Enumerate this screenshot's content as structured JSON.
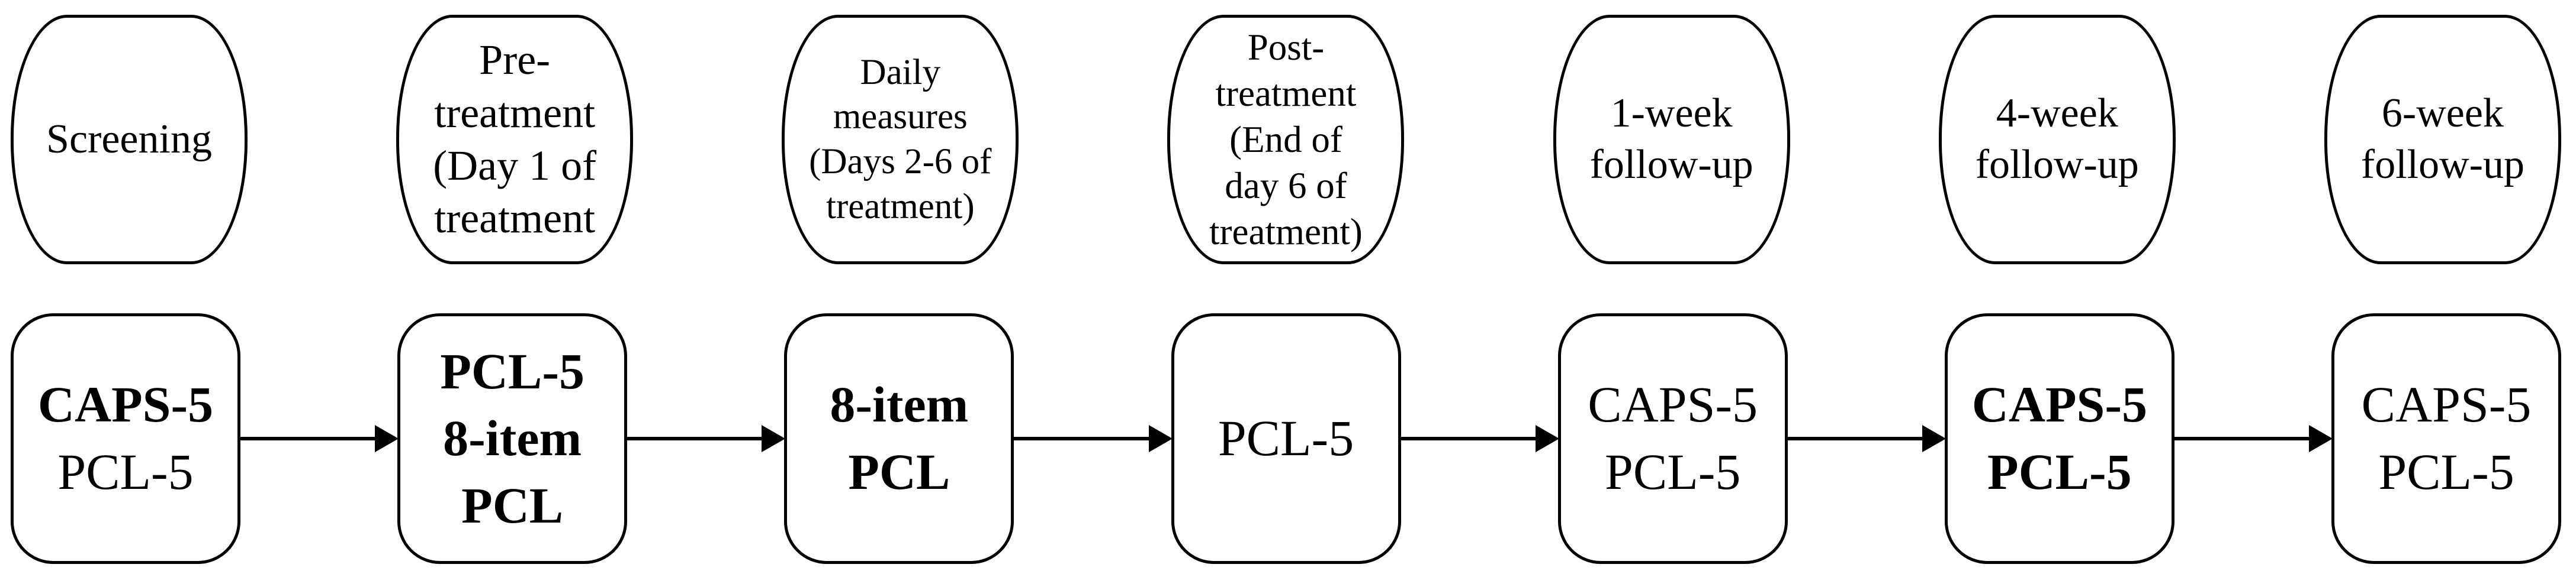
{
  "diagram": {
    "title": "Study assessment timeline flowchart",
    "colors": {
      "ink": "#000000",
      "background": "#ffffff"
    },
    "icons": {
      "connector": "arrow-right"
    },
    "columns": [
      {
        "stage_label": {
          "lines": [
            "Screening"
          ]
        },
        "measures": {
          "lines": [
            {
              "text": "CAPS-5",
              "bold": true
            },
            {
              "text": "PCL-5",
              "bold": false
            }
          ]
        }
      },
      {
        "stage_label": {
          "lines": [
            "Pre-",
            "treatment",
            "(Day 1 of",
            "treatment"
          ]
        },
        "measures": {
          "lines": [
            {
              "text": "PCL-5",
              "bold": true
            },
            {
              "text": "8-item",
              "bold": true
            },
            {
              "text": "PCL",
              "bold": true
            }
          ]
        }
      },
      {
        "stage_label": {
          "lines": [
            "Daily",
            "measures",
            "(Days 2-6 of",
            "treatment)"
          ]
        },
        "measures": {
          "lines": [
            {
              "text": "8-item",
              "bold": true
            },
            {
              "text": "PCL",
              "bold": true
            }
          ]
        }
      },
      {
        "stage_label": {
          "lines": [
            "Post-",
            "treatment",
            "(End of",
            "day 6 of",
            "treatment)"
          ]
        },
        "measures": {
          "lines": [
            {
              "text": "PCL-5",
              "bold": false
            }
          ]
        }
      },
      {
        "stage_label": {
          "lines": [
            "1-week",
            "follow-up"
          ]
        },
        "measures": {
          "lines": [
            {
              "text": "CAPS-5",
              "bold": false
            },
            {
              "text": "PCL-5",
              "bold": false
            }
          ]
        }
      },
      {
        "stage_label": {
          "lines": [
            "4-week",
            "follow-up"
          ]
        },
        "measures": {
          "lines": [
            {
              "text": "CAPS-5",
              "bold": true
            },
            {
              "text": "PCL-5",
              "bold": true
            }
          ]
        }
      },
      {
        "stage_label": {
          "lines": [
            "6-week",
            "follow-up"
          ]
        },
        "measures": {
          "lines": [
            {
              "text": "CAPS-5",
              "bold": false
            },
            {
              "text": "PCL-5",
              "bold": false
            }
          ]
        }
      }
    ]
  }
}
